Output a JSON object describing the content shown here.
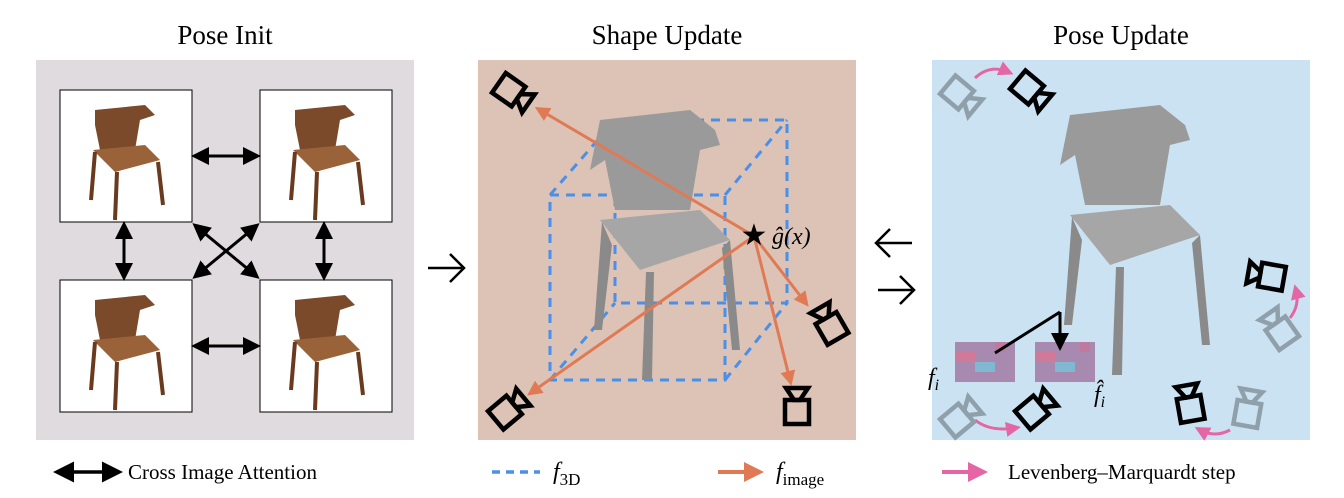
{
  "panels": {
    "pose_init": {
      "title": "Pose Init"
    },
    "shape_update": {
      "title": "Shape Update",
      "point_label": "ĝ(x)"
    },
    "pose_update": {
      "title": "Pose Update",
      "feature_label": "f",
      "feature_sub": "i",
      "feature_hat_label": "f̂",
      "feature_hat_sub": "i"
    }
  },
  "legend": {
    "cross_attention": "Cross Image Attention",
    "f3d_main": "f",
    "f3d_sub": "3D",
    "fimage_main": "f",
    "fimage_sub": "image",
    "lm_step": "Levenberg–Marquardt step"
  },
  "colors": {
    "pose_init_bg": "#e0dbde",
    "shape_update_bg": "#dcc3b5",
    "pose_update_bg": "#cbe2f3",
    "f3d": "#4a8fe8",
    "fimage": "#e07a55",
    "lm": "#e466a4"
  }
}
